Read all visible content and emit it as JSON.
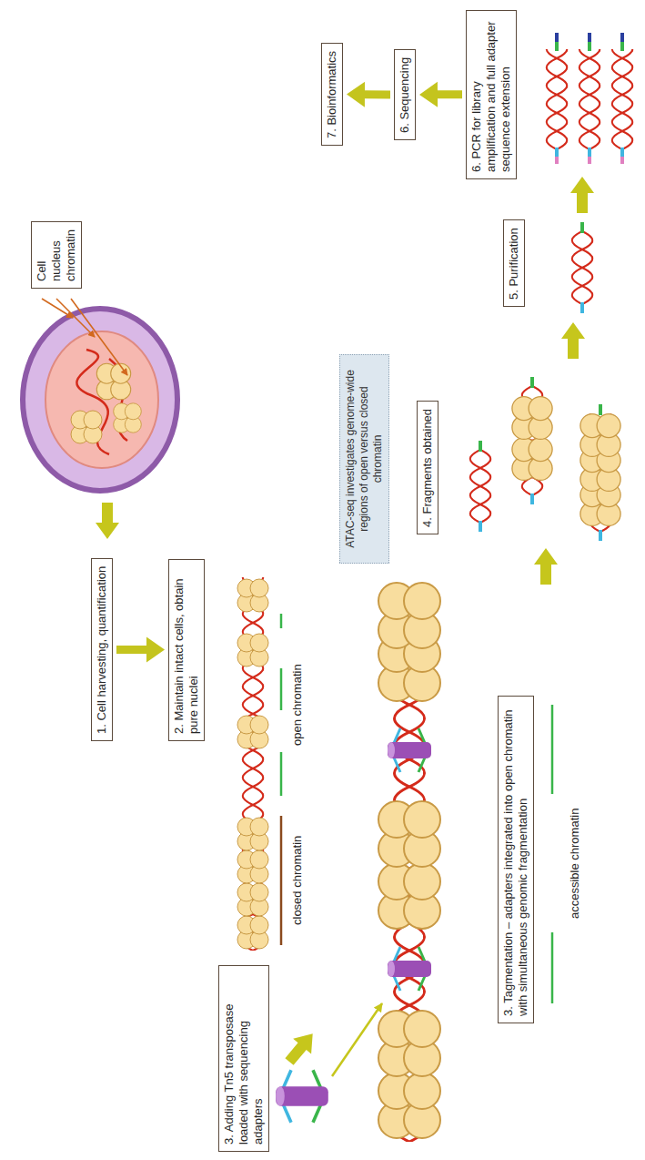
{
  "diagram": {
    "nodes": [
      {
        "text": [
          "Cell",
          "nucleus",
          "chromatin"
        ]
      },
      {
        "text": [
          "1. Cell harvesting, quantification"
        ]
      },
      {
        "text": [
          "2. Maintain intact cells, obtain pure nuclei"
        ]
      },
      {
        "text": [
          "ATAC-seq investigates genome-wide regions of open versus closed chromatin"
        ]
      },
      {
        "text": [
          "3. Adding Tn5 transposase loaded with sequencing adapters"
        ]
      },
      {
        "text": [
          "3. Tagmentation – adapters integrated into open chromatin with simultaneous genomic fragmentation"
        ]
      },
      {
        "text": [
          "4. Fragments obtained"
        ]
      },
      {
        "text": [
          "5. Purification"
        ]
      },
      {
        "text": [
          "6. PCR for library amplification and full adapter sequence extension"
        ]
      },
      {
        "text": [
          "6. Sequencing"
        ]
      },
      {
        "text": [
          "7. Bioinformatics"
        ]
      }
    ],
    "edges": [
      {
        "from": 1,
        "to": 2,
        "arrow": "to"
      },
      {
        "from": 8,
        "to": 9,
        "arrow": "to"
      },
      {
        "from": 9,
        "to": 10,
        "arrow": "to"
      }
    ],
    "labels": [
      "closed chromatin",
      "open chromatin",
      "accessible chromatin"
    ]
  }
}
